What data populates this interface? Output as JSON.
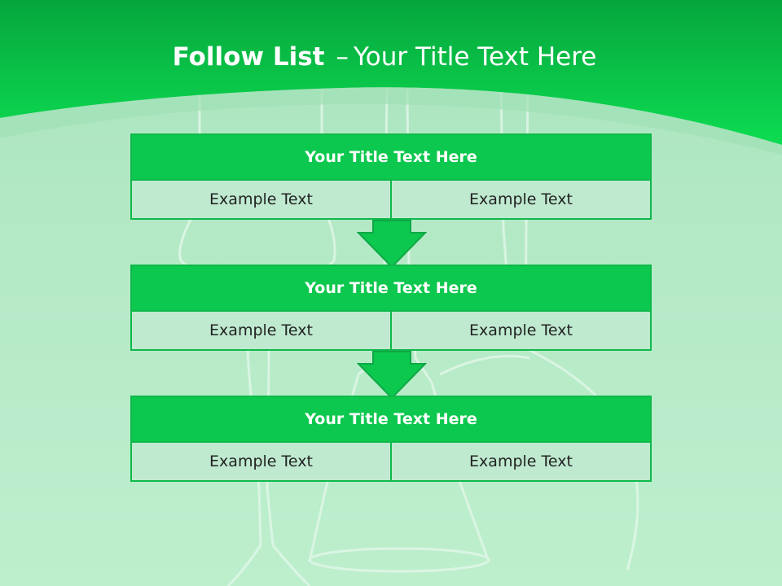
{
  "slide": {
    "title_bold": "Follow List",
    "title_separator": "–",
    "title_rest": "Your Title Text Here",
    "colors": {
      "header_green": "#08c94a",
      "block_green": "#0cc84e",
      "cell_bg": "#bfead0",
      "border": "#0fb84a"
    },
    "blocks": [
      {
        "title": "Your Title Text Here",
        "left": "Example Text",
        "right": "Example Text"
      },
      {
        "title": "Your Title Text Here",
        "left": "Example Text",
        "right": "Example Text"
      },
      {
        "title": "Your Title Text Here",
        "left": "Example Text",
        "right": "Example Text"
      }
    ],
    "arrow_icon": "down-arrow-icon"
  }
}
